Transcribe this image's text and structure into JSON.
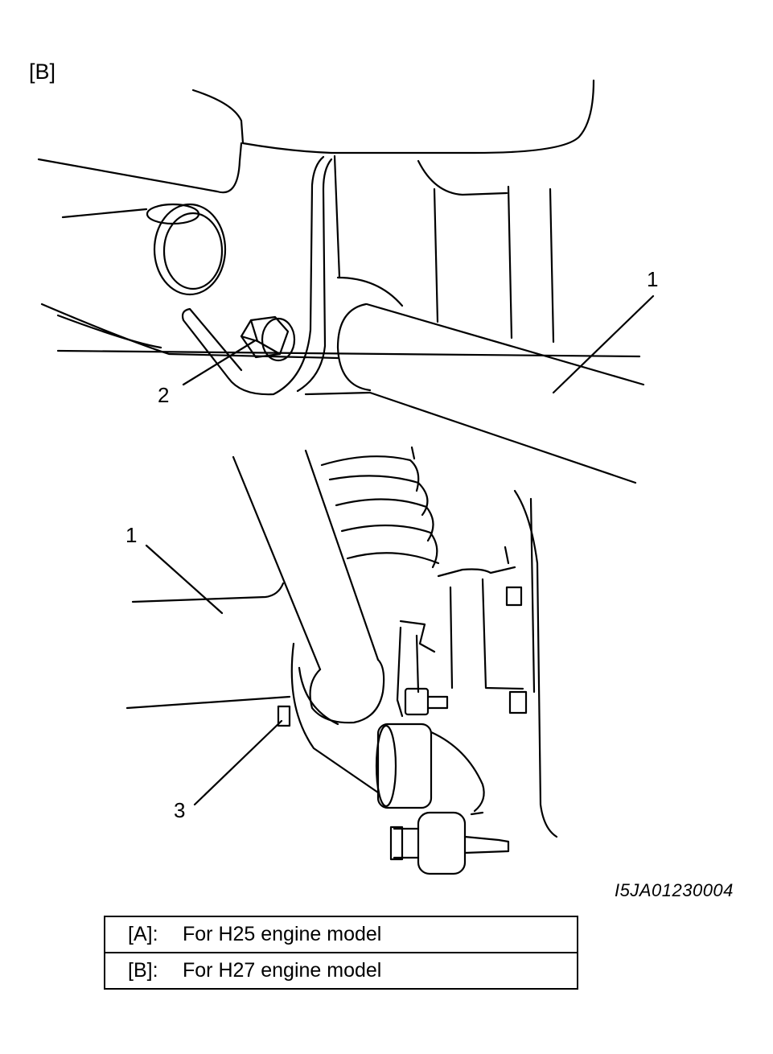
{
  "figure": {
    "section_tag": "[B]",
    "callouts": [
      "1",
      "2",
      "1",
      "3"
    ],
    "figure_id": "I5JA01230004"
  },
  "legend": [
    {
      "key": "[A]:",
      "text": "For H25 engine model"
    },
    {
      "key": "[B]:",
      "text": "For H27 engine model"
    }
  ]
}
